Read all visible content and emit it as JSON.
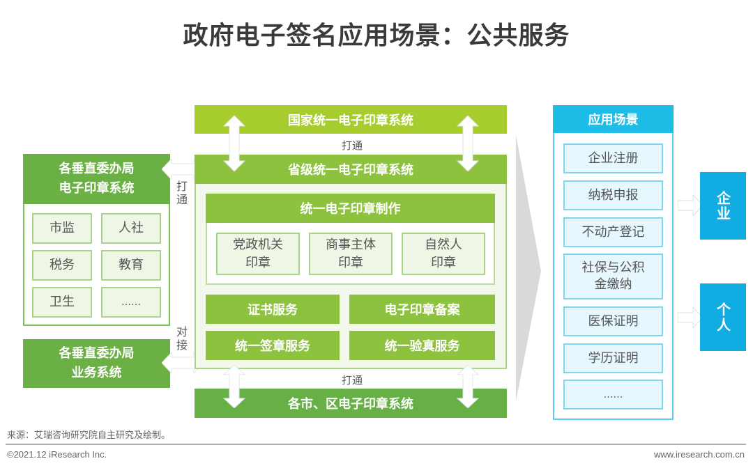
{
  "title": "政府电子签名应用场景：公共服务",
  "left": {
    "seal_system": {
      "header_line1": "各垂直委办局",
      "header_line2": "电子印章系统",
      "items": [
        "市监",
        "人社",
        "税务",
        "教育",
        "卫生",
        "……"
      ]
    },
    "business_system": {
      "line1": "各垂直委办局",
      "line2": "业务系统"
    },
    "connector_top": "打\n通",
    "connector_bottom": "对\n接"
  },
  "center": {
    "national": "国家统一电子印章系统",
    "link_top": "打通",
    "provincial": "省级统一电子印章系统",
    "production": {
      "header": "统一电子印章制作",
      "items": [
        {
          "line1": "党政机关",
          "line2": "印章"
        },
        {
          "line1": "商事主体",
          "line2": "印章"
        },
        {
          "line1": "自然人",
          "line2": "印章"
        }
      ]
    },
    "services": [
      "证书服务",
      "电子印章备案",
      "统一签章服务",
      "统一验真服务"
    ],
    "link_bottom": "打通",
    "city": "各市、区电子印章系统"
  },
  "right": {
    "header": "应用场景",
    "scenarios": [
      {
        "line1": "企业注册",
        "line2": ""
      },
      {
        "line1": "纳税申报",
        "line2": ""
      },
      {
        "line1": "不动产登记",
        "line2": ""
      },
      {
        "line1": "社保与公积",
        "line2": "金缴纳"
      },
      {
        "line1": "医保证明",
        "line2": ""
      },
      {
        "line1": "学历证明",
        "line2": ""
      },
      {
        "line1": "……",
        "line2": ""
      }
    ],
    "targets": [
      "企业",
      "个人"
    ]
  },
  "footer": {
    "source": "来源：艾瑞咨询研究院自主研究及绘制。",
    "copyright": "©2021.12 iResearch Inc.",
    "website": "www.iresearch.com.cn"
  },
  "colors": {
    "lime": "#a6cc2e",
    "green": "#8dc23f",
    "dark_green": "#6ab044",
    "blue": "#1ebde8",
    "target_blue": "#11ace2"
  }
}
